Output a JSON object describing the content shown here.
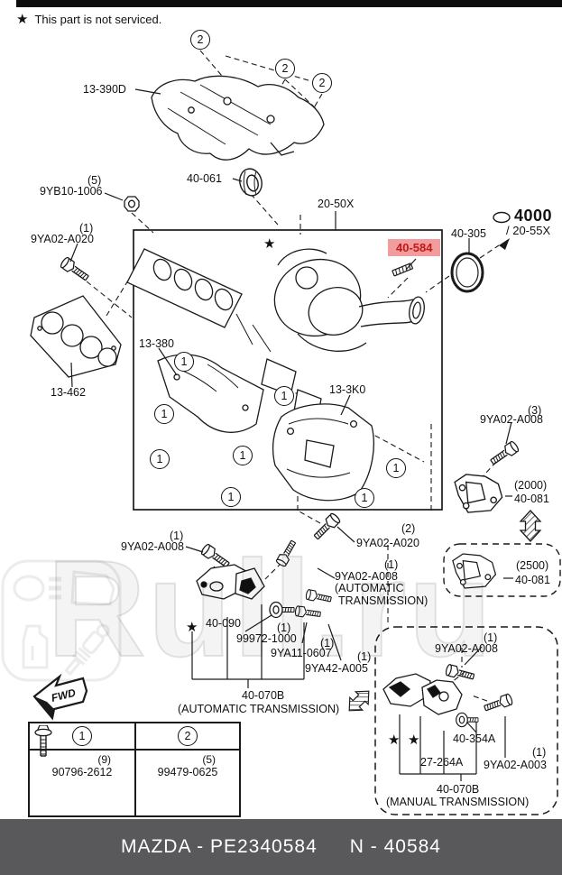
{
  "header": {
    "note_star": "★",
    "note": "This part is not serviced."
  },
  "badges": {
    "one": "1",
    "two": "2"
  },
  "labels": {
    "star": "★",
    "p13_390d": "13-390D",
    "p40_061": "40-061",
    "q5": "(5)",
    "p9yb10_1006": "9YB10-1006",
    "q1": "(1)",
    "p9ya02_a020": "9YA02-A020",
    "p20_50x": "20-50X",
    "p40_584": "40-584",
    "p40_305": "40-305",
    "p4000": "4000",
    "p20_55x": "/ 20-55X",
    "p13_462": "13-462",
    "p13_380": "13-380",
    "p13_3k0": "13-3K0",
    "q3": "(3)",
    "p9ya02_a008": "9YA02-A008",
    "q2000": "(2000)",
    "q2500": "(2500)",
    "p40_081": "40-081",
    "q2": "(2)",
    "p40_090": "40-090",
    "p99972_1000": "99972-1000",
    "p9ya11_0607": "9YA11-0607",
    "p9ya42_a005": "9YA42-A005",
    "auto1": "(AUTOMATIC",
    "auto2": "TRANSMISSION)",
    "p40_070b": "40-070B",
    "auto_full": "(AUTOMATIC TRANSMISSION)",
    "manual_full": "(MANUAL TRANSMISSION)",
    "p40_354a": "40-354A",
    "p27_264a": "27-264A",
    "p9ya02_a003": "9YA02-A003",
    "fwd": "FWD"
  },
  "table": {
    "headers": [
      "1",
      "2"
    ],
    "rows": [
      {
        "qty": "(9)",
        "part": "90796-2612"
      },
      {
        "qty": "(5)",
        "part": "99479-0625"
      }
    ]
  },
  "footer": {
    "left": "MAZDA - PE2340584",
    "right": "N - 40584"
  },
  "watermark": {
    "text": "Rull.ru"
  },
  "colors": {
    "highlight_bg": "#f29d9d",
    "highlight_text": "#c41717",
    "footer_bg": "#59595b"
  }
}
